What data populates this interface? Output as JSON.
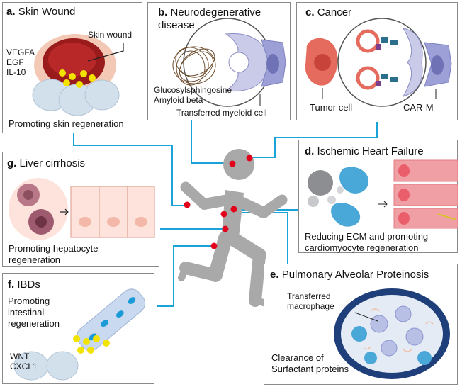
{
  "panels": {
    "a": {
      "letter": "a.",
      "title": "Skin Wound",
      "wound_label": "Skin wound",
      "factors": [
        "VEGFA",
        "EGF",
        "IL-10"
      ],
      "caption": "Promoting  skin  regeneration"
    },
    "b": {
      "letter": "b.",
      "title_line1": "Neurodegenerative",
      "title_line2": "disease",
      "label1": "Glucosylsphingosine",
      "label2": "Amyloid  beta",
      "caption": "Transferred  myeloid  cell"
    },
    "c": {
      "letter": "c.",
      "title": "Cancer",
      "label_tumor": "Tumor cell",
      "label_carm": "CAR-M"
    },
    "d": {
      "letter": "d.",
      "title": "Ischemic Heart Failure",
      "caption_line1": "Reducing ECM and promoting",
      "caption_line2": "cardiomyocyte regeneration"
    },
    "e": {
      "letter": "e.",
      "title": "Pulmonary Alveolar Proteinosis",
      "label1_line1": "Transferred",
      "label1_line2": "macrophage",
      "label2_line1": "Clearance  of",
      "label2_line2": "Surfactant proteins"
    },
    "f": {
      "letter": "f.",
      "title": "IBDs",
      "caption_line1": "Promoting",
      "caption_line2": "intestinal",
      "caption_line3": "regeneration",
      "factors": [
        "WNT",
        "CXCL1"
      ]
    },
    "g": {
      "letter": "g.",
      "title": "Liver cirrhosis",
      "caption_line1": "Promoting  hepatocyte",
      "caption_line2": "regeneration"
    }
  },
  "colors": {
    "connector": "#1aa3d9",
    "dot": "#e3001b",
    "figure": "#a9a9a9",
    "border": "#8a8a8a",
    "yellow": "#f2e300",
    "macrophage": "#c7d5e6"
  }
}
